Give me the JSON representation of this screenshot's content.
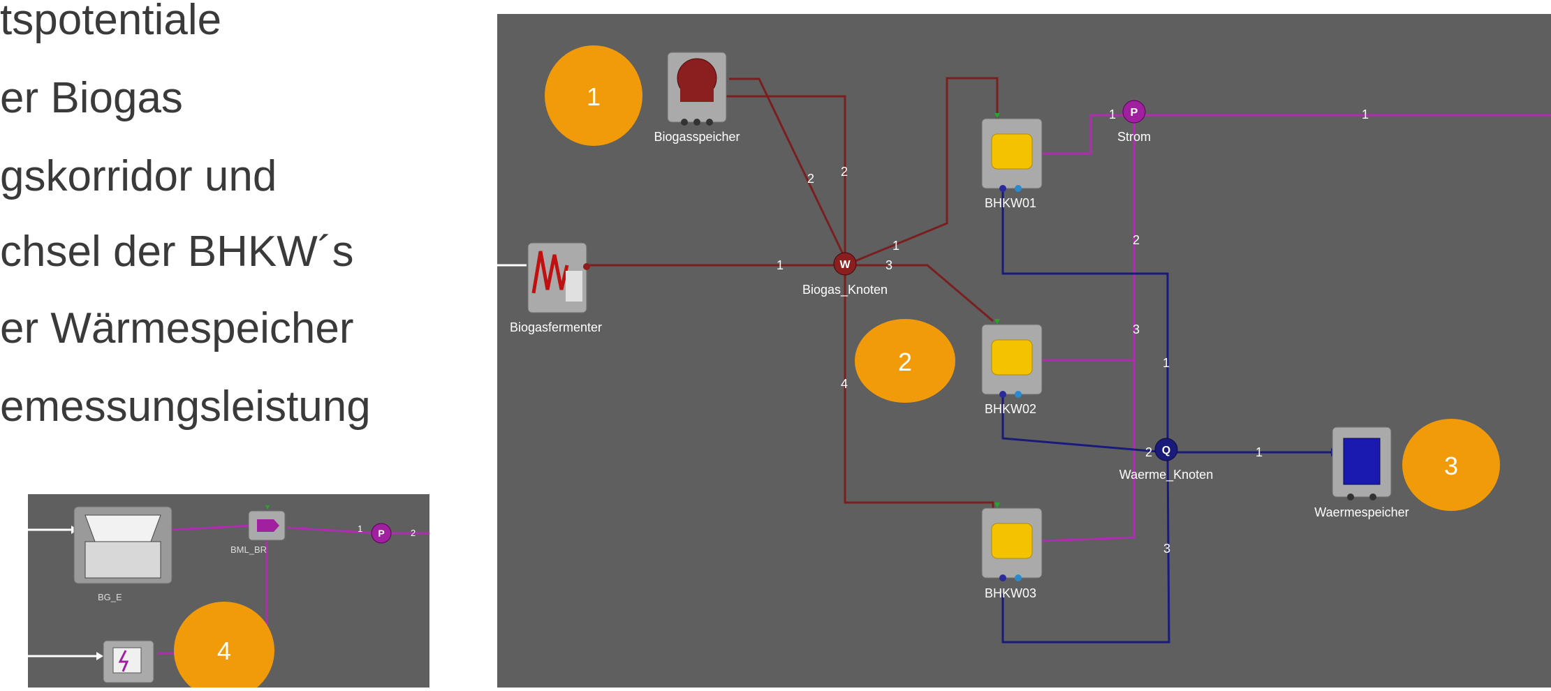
{
  "bullets": [
    "tspotentiale",
    "er Biogas",
    "gskorridor  und",
    "chsel der BHKW´s",
    "er Wärmespeicher",
    "emessungsleistung"
  ],
  "main_diagram": {
    "nodes": {
      "biogasspeicher": "Biogasspeicher",
      "biogasfermenter": "Biogasfermenter",
      "biogas_knoten": "Biogas_Knoten",
      "biogas_knoten_glyph": "W",
      "bhkw01": "BHKW01",
      "bhkw02": "BHKW02",
      "bhkw03": "BHKW03",
      "strom": "Strom",
      "strom_glyph": "P",
      "waerme_knoten": "Waerme_Knoten",
      "waerme_knoten_glyph": "Q",
      "waermespeicher": "Waermespeicher"
    },
    "edge_labels": {
      "speicher_in": "2",
      "speicher_out": "2",
      "fermenter_in": "1",
      "to_bhkw01": "1",
      "to_bhkw02": "3",
      "to_bhkw03": "4",
      "strom_in1": "1",
      "strom_out": "1",
      "strom_in2": "2",
      "strom_in3": "3",
      "waerme_in1": "1",
      "waerme_in2": "2",
      "waerme_out": "1",
      "waerme_in3": "3"
    },
    "badges": [
      "1",
      "2",
      "3"
    ]
  },
  "inset_diagram": {
    "nodes": {
      "bg_e": "BG_E",
      "bml_br": "BML_BR",
      "p_glyph": "P"
    },
    "edge_labels": {
      "p_in": "1",
      "p_out": "2"
    },
    "badge": "4"
  },
  "colors": {
    "panel": "#5f5f5f",
    "gas_line": "#7a1f1f",
    "power_line": "#b02cb0",
    "heat_line": "#1a1a7a",
    "badge": "#f29b0a",
    "bullet_text": "#3a3a3a"
  }
}
